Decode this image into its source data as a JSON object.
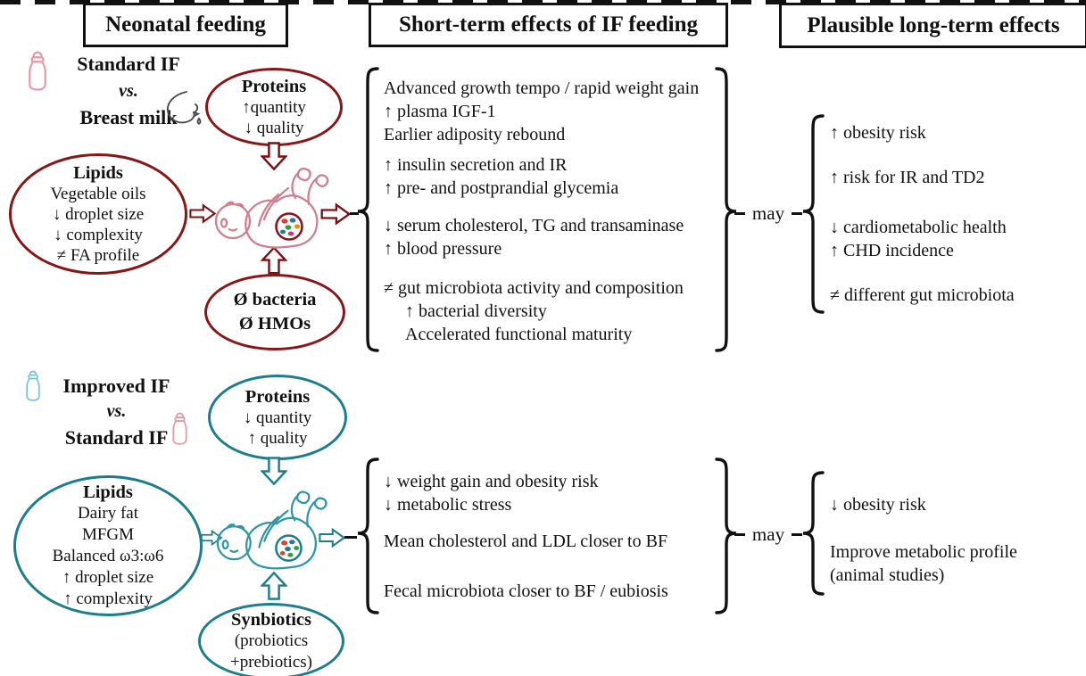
{
  "colors": {
    "top_accent": "#8a1517",
    "top_arrow": "#7b1012",
    "top_line": "#d07f8f",
    "bottom_accent": "#1a7e8f",
    "bottom_line": "#2f96a6",
    "bottle_pink": "#e79aaa",
    "bottle_teal": "#7cc4cf",
    "breast_gray": "#4a4a4a",
    "text": "#111111"
  },
  "headers": {
    "neonatal": "Neonatal feeding",
    "short_term": "Short-term effects of IF feeding",
    "long_term": "Plausible long-term effects"
  },
  "icons": {
    "top_formula": "baby-bottle-icon",
    "top_breastmilk": "breast-icon",
    "bottom_improved": "baby-bottle-icon",
    "bottom_standard": "baby-bottle-icon",
    "center": "baby-with-gut-microbiota-illustration"
  },
  "top": {
    "comparison": {
      "a": "Standard IF",
      "vs": "vs.",
      "b": "Breast milk"
    },
    "proteins": {
      "title": "Proteins",
      "l1": "↑quantity",
      "l2": "↓ quality"
    },
    "lipids": {
      "title": "Lipids",
      "l1": "Vegetable oils",
      "l2": "↓ droplet size",
      "l3": "↓ complexity",
      "l4": "≠ FA profile"
    },
    "microbes": {
      "l1": "Ø bacteria",
      "l2": "Ø HMOs"
    },
    "short_term": [
      "Advanced growth tempo / rapid weight gain",
      "↑ plasma IGF-1",
      "Earlier adiposity rebound",
      "↑ insulin secretion and IR",
      "↑ pre- and postprandial glycemia",
      "↓ serum cholesterol, TG and transaminase",
      "↑ blood pressure",
      "≠ gut microbiota activity and composition",
      "↑ bacterial diversity",
      "Accelerated  functional maturity"
    ],
    "connector": "may",
    "long_term": [
      "↑ obesity risk",
      "↑ risk for IR and TD2",
      "↓ cardiometabolic health",
      "↑ CHD incidence",
      "≠ different gut microbiota"
    ]
  },
  "bottom": {
    "comparison": {
      "a": "Improved IF",
      "vs": "vs.",
      "b": "Standard IF"
    },
    "proteins": {
      "title": "Proteins",
      "l1": "↓ quantity",
      "l2": "↑ quality"
    },
    "lipids": {
      "title": "Lipids",
      "l1": "Dairy fat",
      "l2": "MFGM",
      "l3": "Balanced ω3:ω6",
      "l4": "↑ droplet size",
      "l5": "↑ complexity"
    },
    "synbiotics": {
      "title": "Synbiotics",
      "l1": "(probiotics",
      "l2": "+prebiotics)"
    },
    "short_term": [
      "↓ weight gain and obesity risk",
      "↓ metabolic stress",
      "Mean cholesterol and LDL closer to BF",
      "Fecal microbiota closer to BF / eubiosis"
    ],
    "connector": "may",
    "long_term": [
      "↓ obesity risk",
      "Improve metabolic profile",
      "(animal studies)"
    ]
  }
}
